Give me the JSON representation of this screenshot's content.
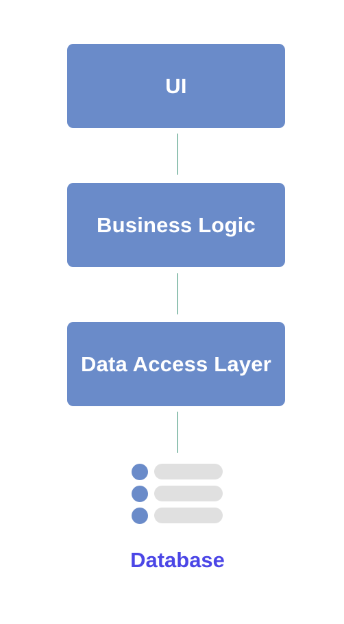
{
  "layers": {
    "ui": {
      "label": "UI"
    },
    "business_logic": {
      "label": "Business Logic"
    },
    "data_access": {
      "label": "Data Access Layer"
    }
  },
  "database": {
    "label": "Database",
    "icon": "database-list-icon"
  },
  "colors": {
    "box_fill": "#6a8bc9",
    "box_text": "#ffffff",
    "connector": "#2e8b6c",
    "db_bar": "#e0e0e0",
    "db_label": "#4b46e6"
  }
}
